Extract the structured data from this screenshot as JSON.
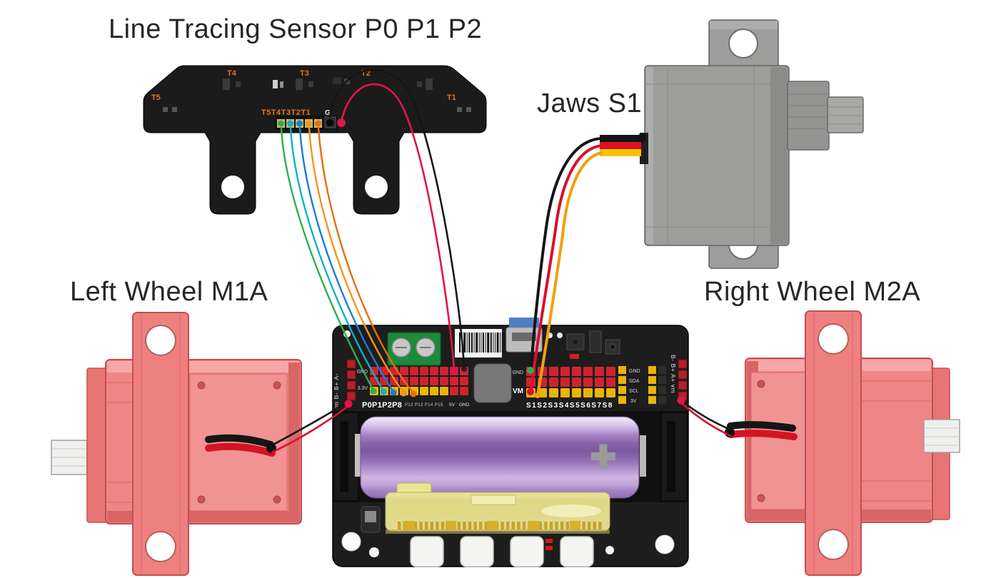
{
  "labels": {
    "line_sensor": "Line Tracing Sensor P0 P1 P2",
    "jaws": "Jaws S1",
    "left_wheel": "Left Wheel M1A",
    "right_wheel": "Right Wheel M2A"
  },
  "sensor_board": {
    "probes": {
      "t5": "T5",
      "t4": "T4",
      "t3": "T3",
      "t2": "T2",
      "t1": "T1"
    },
    "connector_row": "T5T4T3T2T1",
    "ground_pin": "G"
  },
  "mainboard": {
    "left_header": {
      "gnd": "GND",
      "v33": "3.3V",
      "pins_large": "P0P1P2P8",
      "pins_small": "P12 P13 P14 P15",
      "pin_5v": "5V",
      "pin_gnd": "GND"
    },
    "right_header": {
      "gnd": "GND",
      "vm": "VM",
      "servo_pins": "S1S2S3S4S5S6S7S8"
    },
    "i2c_header": {
      "gnd": "GND",
      "sda": "SDA",
      "scl": "SCL",
      "v3": "3V"
    },
    "left_motor_port": "vm B- B+ A-",
    "right_motor_port": "B- B+ A+ vm"
  },
  "wire_colors": {
    "t5": "#2fae52",
    "t4": "#12b0c4",
    "t3": "#1f7bd4",
    "t2": "#f5941e",
    "t1": "#e2700e",
    "power_red": "#e0164a",
    "ground_black": "#151515",
    "servo_yellow": "#f0a010",
    "motor_red": "#d8102e"
  }
}
